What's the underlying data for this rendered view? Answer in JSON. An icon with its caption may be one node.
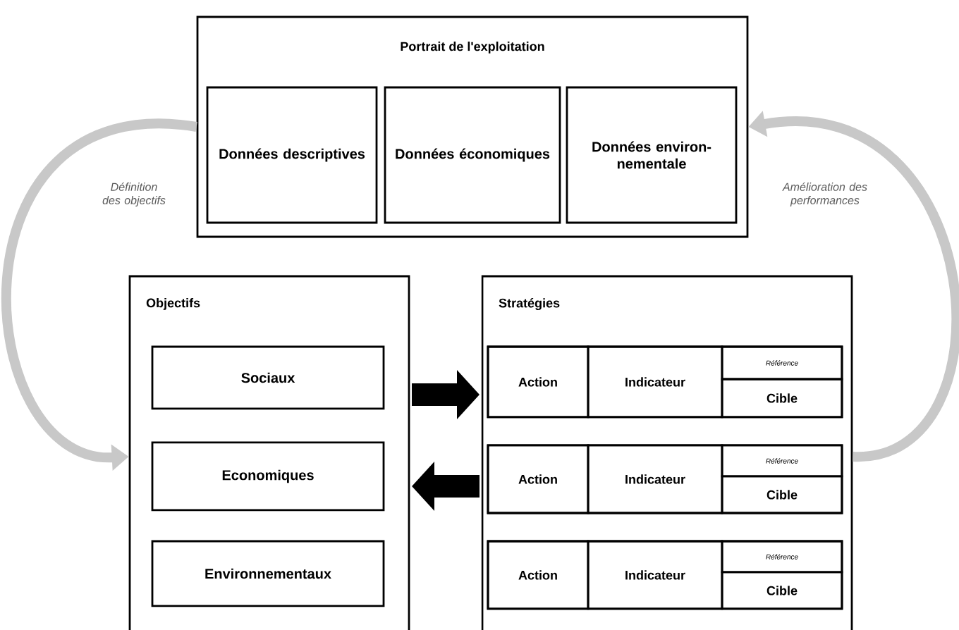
{
  "diagram": {
    "nodes": [
      {
        "text": [
          "Portrait de l'exploitation"
        ]
      },
      {
        "text": [
          "Données descriptives"
        ],
        "in": 0
      },
      {
        "text": [
          "Données économiques"
        ],
        "in": 0
      },
      {
        "text": [
          "Données environ-nementale"
        ],
        "in": 0
      },
      {
        "text": [
          "Objectifs"
        ]
      },
      {
        "text": [
          "Sociaux"
        ],
        "in": 4
      },
      {
        "text": [
          "Economiques"
        ],
        "in": 4
      },
      {
        "text": [
          "Environnementaux"
        ],
        "in": 4
      },
      {
        "text": [
          "Stratégies"
        ]
      },
      {
        "text": [],
        "shape": "box",
        "in": 8
      },
      {
        "text": [
          "Action"
        ],
        "in": 9
      },
      {
        "text": [
          "Indicateur"
        ],
        "in": 9
      },
      {
        "text": [
          "Référence"
        ],
        "in": 9
      },
      {
        "text": [
          "Cible"
        ],
        "in": 9
      },
      {
        "text": [],
        "shape": "box",
        "in": 8
      },
      {
        "text": [
          "Action"
        ],
        "in": 14
      },
      {
        "text": [
          "Indicateur"
        ],
        "in": 14
      },
      {
        "text": [
          "Référence"
        ],
        "in": 14
      },
      {
        "text": [
          "Cible"
        ],
        "in": 14
      },
      {
        "text": [],
        "shape": "box",
        "in": 8
      },
      {
        "text": [
          "Action"
        ],
        "in": 19
      },
      {
        "text": [
          "Indicateur"
        ],
        "in": 19
      },
      {
        "text": [
          "Référence"
        ],
        "in": 19
      },
      {
        "text": [
          "Cible"
        ],
        "in": 19
      }
    ],
    "edges": [
      {
        "from": 0,
        "to": 4,
        "arrow": "to",
        "label": "Définition des objectifs",
        "color": "#c8c8c8"
      },
      {
        "from": 4,
        "to": 8,
        "arrow": "to",
        "style": "thick",
        "color": "#000000"
      },
      {
        "from": 8,
        "to": 4,
        "arrow": "to",
        "style": "thick",
        "color": "#000000"
      },
      {
        "from": 8,
        "to": 0,
        "arrow": "to",
        "label": "Amélioration des performances",
        "color": "#c8c8c8"
      }
    ]
  }
}
